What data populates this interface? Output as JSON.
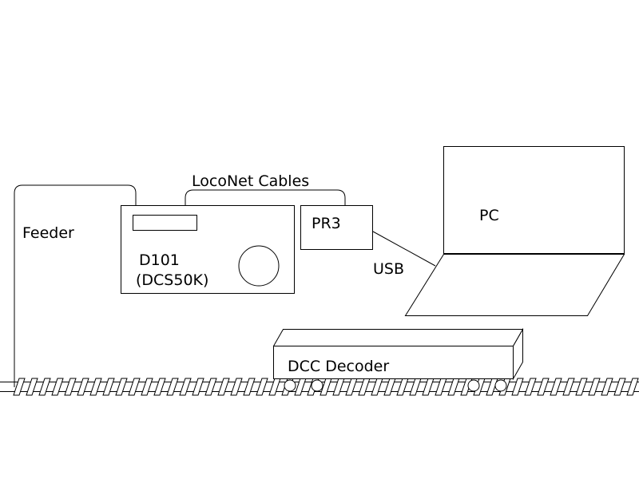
{
  "diagram": {
    "labels": {
      "loconet_cables": "LocoNet Cables",
      "feeder": "Feeder",
      "d101_name": "D101",
      "d101_model": "(DCS50K)",
      "pr3": "PR3",
      "usb": "USB",
      "pc": "PC",
      "dcc_decoder": "DCC Decoder"
    },
    "colors": {
      "stroke": "#000000",
      "background": "#ffffff"
    }
  }
}
